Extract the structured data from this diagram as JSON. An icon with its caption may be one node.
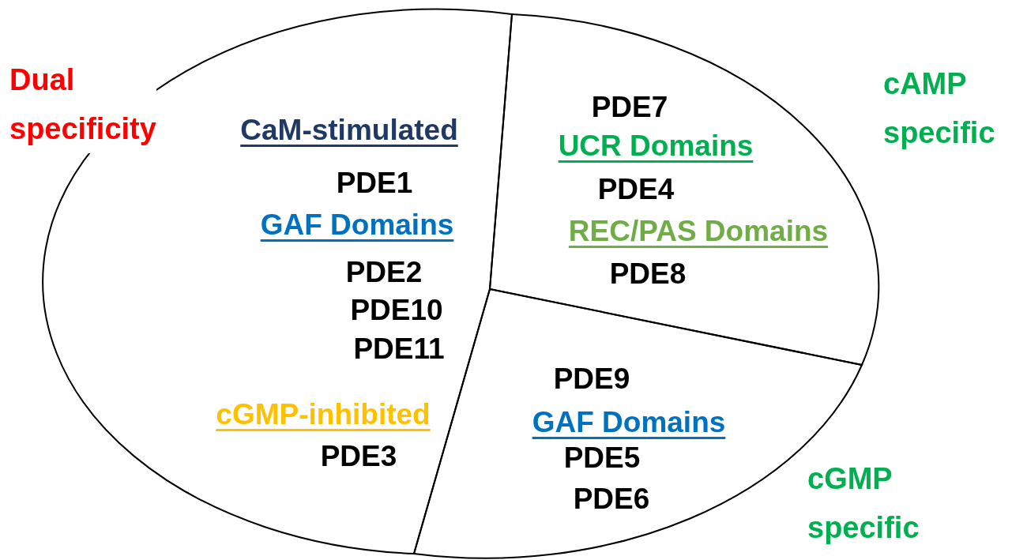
{
  "diagram": {
    "nodes": [
      {
        "text": [
          "CaM-stimulated",
          "PDE1",
          "GAF Domains",
          "PDE2",
          "PDE10",
          "PDE11",
          "cGMP-inhibited",
          "PDE3"
        ]
      },
      {
        "text": [
          "PDE7",
          "UCR Domains",
          "PDE4",
          "REC/PAS Domains",
          "PDE8"
        ]
      },
      {
        "text": [
          "PDE9",
          "GAF Domains",
          "PDE5",
          "PDE6"
        ]
      }
    ],
    "edges": [],
    "labels": [
      "Dual specificity",
      "cAMP specific",
      "cGMP specific"
    ]
  }
}
